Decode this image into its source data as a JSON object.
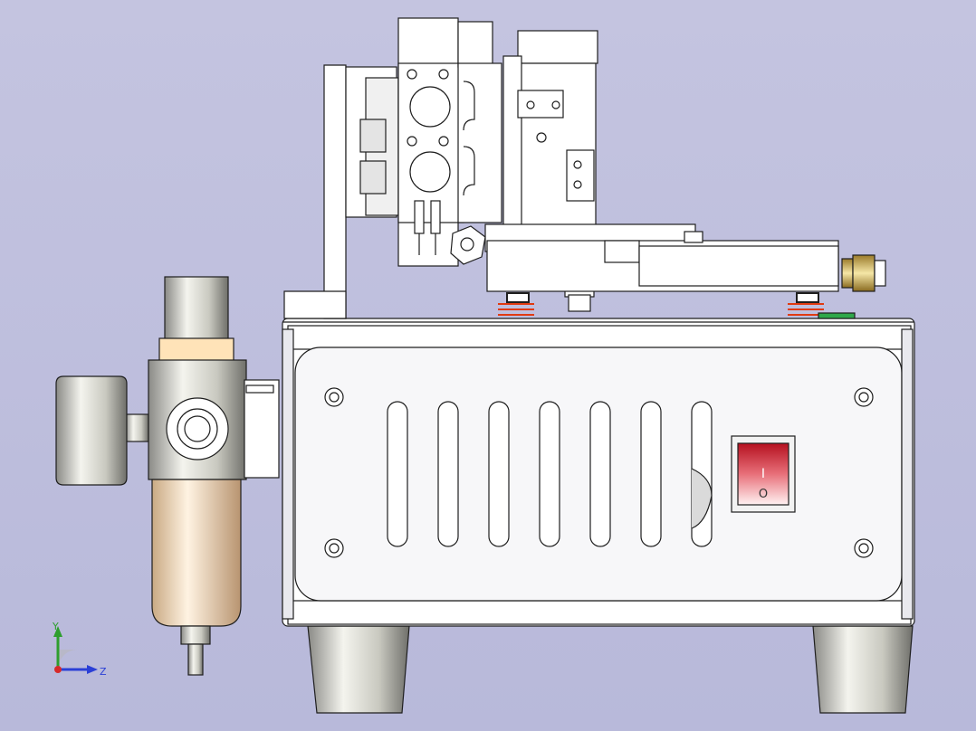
{
  "viewport": {
    "background": "#bfc0de",
    "model_name": ""
  },
  "triad": {
    "y_label": "Y",
    "z_label": "Z",
    "colors": {
      "y": "#2e9e2e",
      "z": "#2a3fd6",
      "x": "#d62a2a"
    }
  },
  "switch": {
    "on_symbol": "I",
    "off_symbol": "O",
    "color": "#c8182a"
  },
  "icons": [
    "coordinate-triad-icon",
    "pressure-gauge-icon",
    "rocker-switch-icon",
    "spring-icon",
    "push-fitting-icon"
  ]
}
